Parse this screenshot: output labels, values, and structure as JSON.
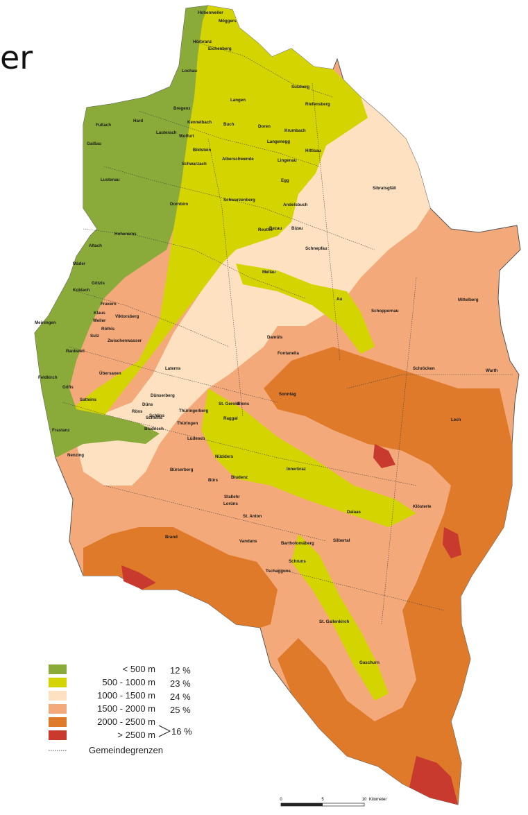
{
  "title_fragment": "er",
  "legend": {
    "items": [
      {
        "label": "< 500 m",
        "pct": "12 %",
        "color": "#8aab3a"
      },
      {
        "label": "500 - 1000 m",
        "pct": "23 %",
        "color": "#d4d400"
      },
      {
        "label": "1000 - 1500 m",
        "pct": "24 %",
        "color": "#fde1c0"
      },
      {
        "label": "1500 - 2000 m",
        "pct": "25 %",
        "color": "#f4a97a"
      },
      {
        "label": "2000 - 2500 m",
        "pct": "",
        "color": "#de7a2a"
      },
      {
        "label": "> 2500 m",
        "pct": "",
        "color": "#c83a2e"
      }
    ],
    "combined_pct": "16 %",
    "boundary_label": "Gemeindegrenzen"
  },
  "scale": {
    "ticks": [
      "0",
      "5",
      "10"
    ],
    "unit": "Kilometer"
  },
  "places": [
    "Hohenweiler",
    "Möggers",
    "Hörbranz",
    "Eichenberg",
    "Lochau",
    "Langen",
    "Sulzberg",
    "Bregenz",
    "Riefensberg",
    "Fußach",
    "Hard",
    "Kennelbach",
    "Buch",
    "Doren",
    "Krumbach",
    "Lauterach",
    "Wolfurt",
    "Gaißau",
    "Langenegg",
    "Hittisau",
    "Bildstein",
    "Alberschwende",
    "Lingenau",
    "Schwarzach",
    "Lustenau",
    "Egg",
    "Sibratsgfäll",
    "Dornbirn",
    "Schwarzenberg",
    "Andelsbuch",
    "Bezau",
    "Reuthe",
    "Bizau",
    "Hohenems",
    "Schnepfau",
    "Altach",
    "Mellau",
    "Mäder",
    "Götzis",
    "Koblach",
    "Au",
    "Mittelberg",
    "Fraxern",
    "Klaus",
    "Viktorsberg",
    "Schoppernau",
    "Weiler",
    "Meiningen",
    "Röthis",
    "Sulz",
    "Zwischenwasser",
    "Damüls",
    "Rankweil",
    "Laterns",
    "Schröcken",
    "Warth",
    "Fontanella",
    "Feldkirch",
    "Übersaxen",
    "Göfis",
    "Düns",
    "Dünserberg",
    "St. Gerold",
    "Blons",
    "Sonntag",
    "Satteins",
    "Röns",
    "Schlins",
    "Thüringerberg",
    "Frastanz",
    "Raggal",
    "Lech",
    "Schnifis",
    "Thüringen",
    "Bludesch",
    "Ludesch",
    "Nenzing",
    "Nüziders",
    "Bürserberg",
    "Bürs",
    "Bludenz",
    "Innerbraz",
    "Stallehr",
    "Lorüns",
    "Dalaas",
    "Klösterle",
    "St. Anton",
    "Brand",
    "Vandans",
    "Bartholomäberg",
    "Silbertal",
    "Schruns",
    "Tschagguns",
    "St. Gallenkirch",
    "Gaschurn"
  ]
}
